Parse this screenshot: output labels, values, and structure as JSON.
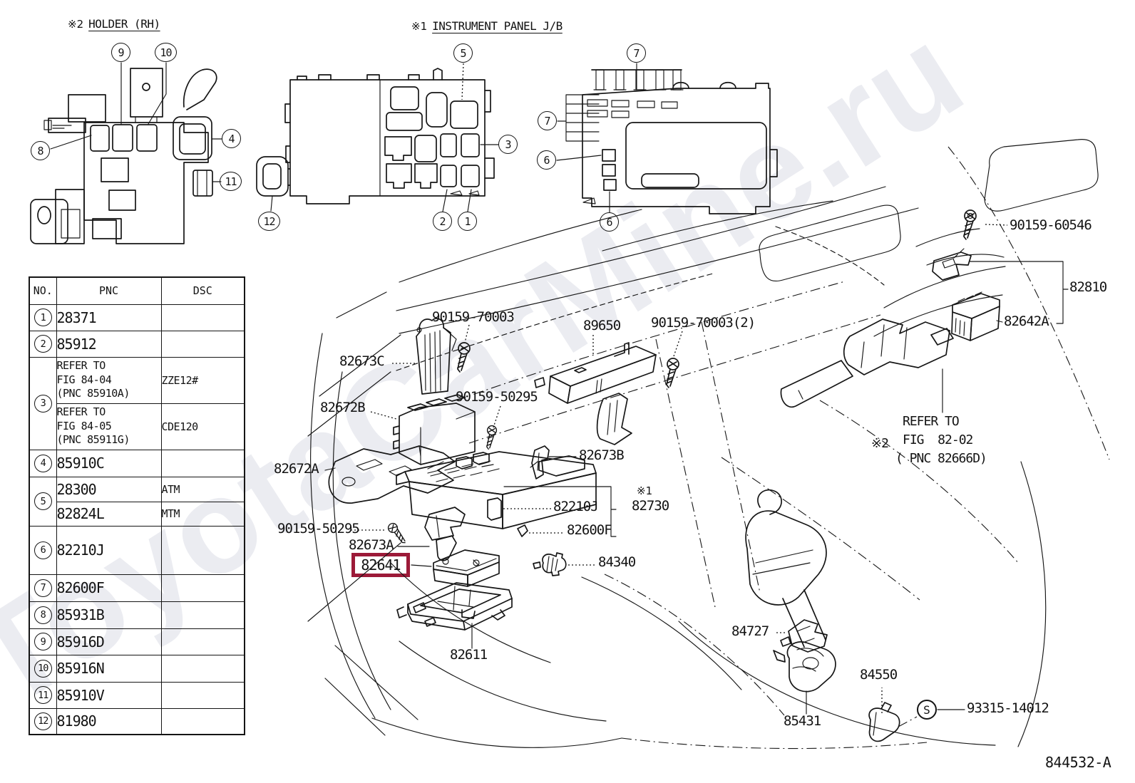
{
  "watermark": {
    "text": "ToyotaCarMine.ru"
  },
  "footer": {
    "code": "844532-A"
  },
  "insets": {
    "holder_rh": {
      "marker": "※2",
      "title": "HOLDER (RH)",
      "callouts": [
        "9",
        "10",
        "8",
        "4",
        "11"
      ]
    },
    "instrument_panel_jb": {
      "marker": "※1",
      "title": "INSTRUMENT PANEL J/B",
      "callouts": [
        "5",
        "3",
        "12",
        "2",
        "1"
      ]
    },
    "jb_rear": {
      "callouts": [
        "7",
        "7",
        "6",
        "6"
      ]
    }
  },
  "parts_table": {
    "headers": {
      "no": "NO.",
      "pnc": "PNC",
      "dsc": "DSC"
    },
    "rows": [
      {
        "no": "1",
        "pnc": "28371",
        "dsc": ""
      },
      {
        "no": "2",
        "pnc": "85912",
        "dsc": ""
      },
      {
        "no": "3",
        "sub": [
          {
            "pnc": "REFER TO\nFIG 84-04\n(PNC 85910A)",
            "dsc": "ZZE12#"
          },
          {
            "pnc": "REFER TO\nFIG 84-05\n(PNC 85911G)",
            "dsc": "CDE120"
          }
        ]
      },
      {
        "no": "4",
        "pnc": "85910C",
        "dsc": ""
      },
      {
        "no": "5",
        "sub": [
          {
            "pnc": "28300",
            "dsc": "ATM"
          },
          {
            "pnc": "82824L",
            "dsc": "MTM"
          }
        ]
      },
      {
        "no": "6",
        "pnc": "82210J",
        "dsc": ""
      },
      {
        "no": "7",
        "pnc": "82600F",
        "dsc": ""
      },
      {
        "no": "8",
        "pnc": "85931B",
        "dsc": ""
      },
      {
        "no": "9",
        "pnc": "85916D",
        "dsc": ""
      },
      {
        "no": "10",
        "pnc": "85916N",
        "dsc": ""
      },
      {
        "no": "11",
        "pnc": "85910V",
        "dsc": ""
      },
      {
        "no": "12",
        "pnc": "81980",
        "dsc": ""
      }
    ]
  },
  "diagram": {
    "labels": {
      "l_90159_70003": "90159-70003",
      "l_89650": "89650",
      "l_90159_70003_2": "90159-70003(2)",
      "l_90159_60546": "90159-60546",
      "l_82810": "82810",
      "l_82642A": "82642A",
      "l_82673C": "82673C",
      "l_82672B": "82672B",
      "l_90159_50295_a": "90159-50295",
      "l_82673B": "82673B",
      "l_82672A": "82672A",
      "l_82210J": "82210J",
      "l_82730_marker": "※1",
      "l_82730": "82730",
      "l_90159_50295_b": "90159-50295",
      "l_82673A": "82673A",
      "l_82600F": "82600F",
      "l_84340": "84340",
      "l_82611": "82611",
      "l_84727": "84727",
      "l_84550": "84550",
      "l_85431": "85431",
      "l_93315_14012": "93315-14012",
      "s_marker": "S"
    },
    "highlight": {
      "pnc": "82641",
      "box_color": "#9c1a38"
    },
    "refer_note": {
      "marker": "※2",
      "line1": "REFER TO",
      "line2": "FIG  82-02",
      "line3": "( PNC 82666D)"
    }
  }
}
